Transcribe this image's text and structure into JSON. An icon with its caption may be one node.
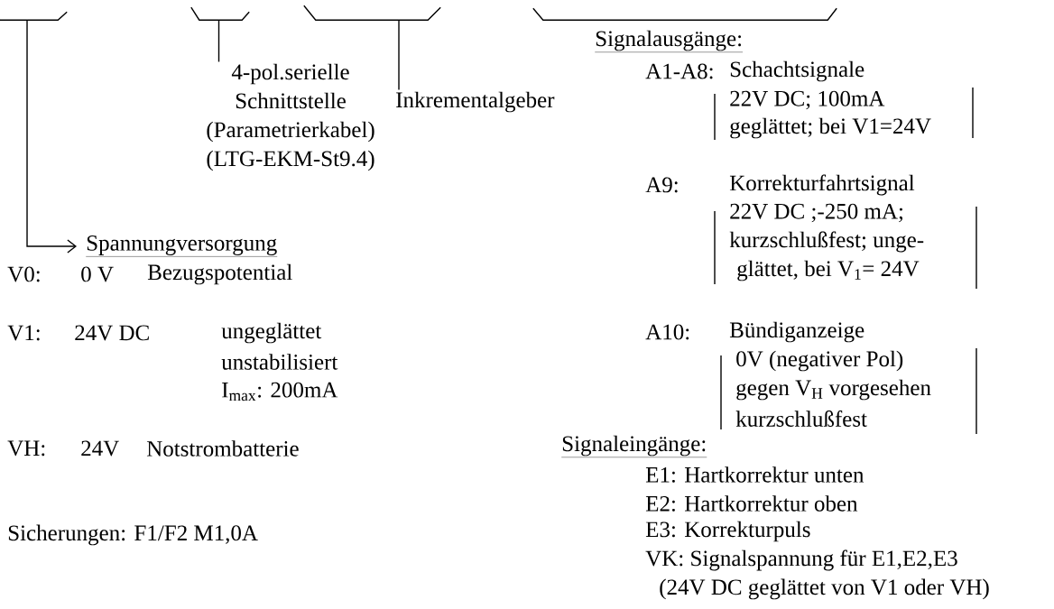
{
  "diagram": {
    "nodes": [
      {
        "text": [],
        "shape": "bracket"
      },
      {
        "text": [],
        "shape": "bracket"
      },
      {
        "text": [],
        "shape": "bracket"
      },
      {
        "text": [],
        "shape": "bracket"
      },
      {
        "text": [
          "Spannungversorgung"
        ]
      },
      {
        "text": [
          "4-pol.serielle Schnittstelle (Parametrierkabel) (LTG-EKM-St9.4)"
        ]
      },
      {
        "text": [
          "Inkrementalgeber"
        ]
      }
    ],
    "edges": [
      {
        "from": 0,
        "to": 4,
        "arrow": "to"
      },
      {
        "from": 1,
        "to": 5,
        "arrow": "none"
      },
      {
        "from": 2,
        "to": 6,
        "arrow": "none"
      }
    ],
    "labels": [
      "Signalausgänge:",
      "A1-A8:",
      "Schachtsignale",
      "22V DC;  100mA",
      "geglättet; bei V1=24V",
      "A9:",
      "Korrekturfahrtsignal",
      "22V DC ;-250 mA;",
      "kurzschlußfest; unge-",
      "V0:",
      "0 V",
      "Bezugspotential",
      "glättet, bei V$_{1}$= 24V",
      "V1:",
      "24V DC",
      "ungeglättet",
      "A10:",
      "Bündiganzeige",
      "unstabilisiert",
      "0V (negativer Pol)",
      "I$_{max}$: 200mA",
      "gegen V$_{H}$ vorgesehen",
      "kurzschlußfest",
      "VH:",
      "24V",
      "Notstrombatterie",
      "Signaleingänge:",
      "E1: Hartkorrektur unten",
      "E2: Hartkorrektur oben",
      "Sicherungen: F1/F2  M1,0A",
      "E3: Korrekturpuls",
      "VK: Signalspannung für E1,E2,E3",
      "(24V DC geglättet von V1 oder VH)"
    ]
  }
}
